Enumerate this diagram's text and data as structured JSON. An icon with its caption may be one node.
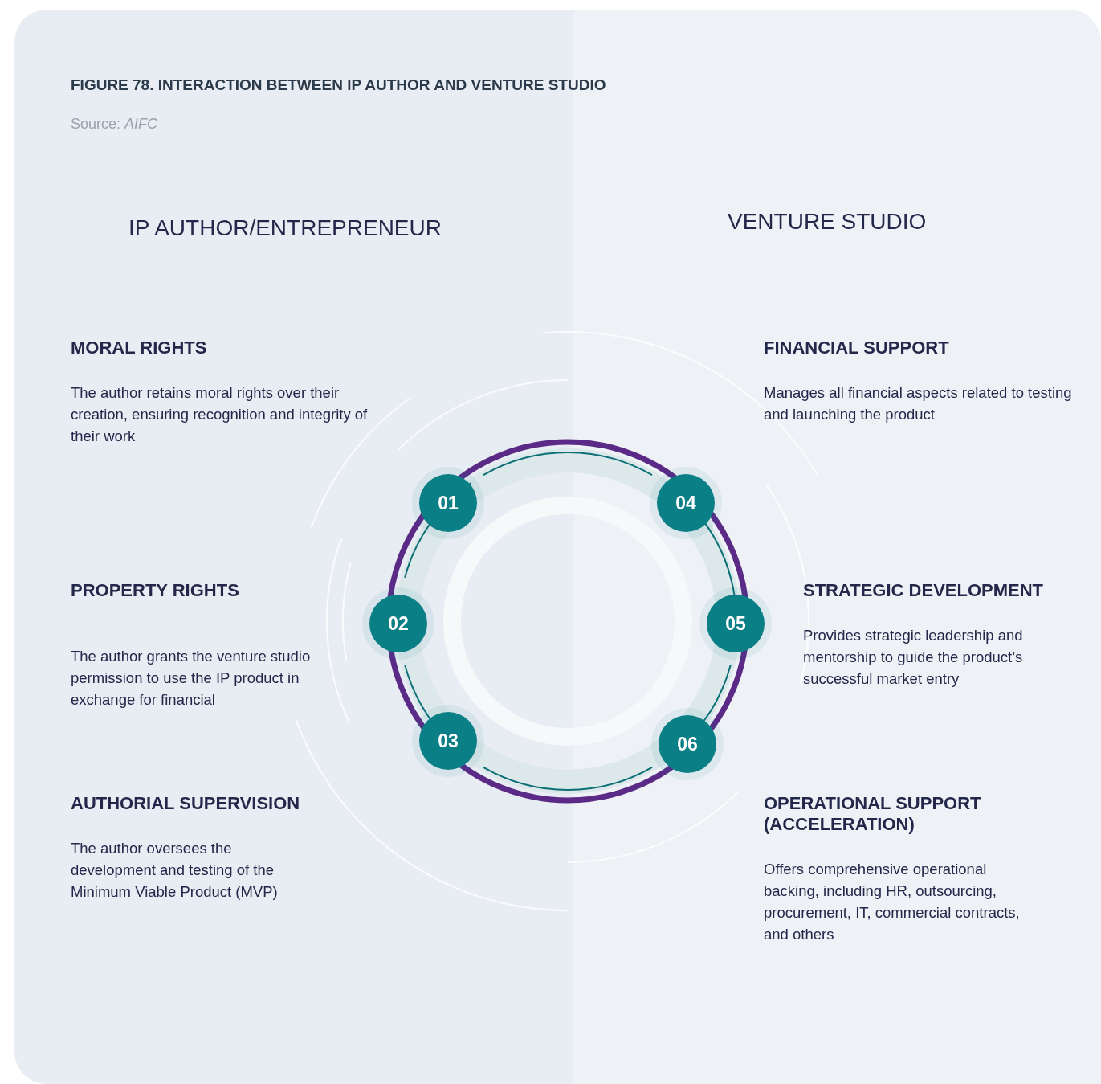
{
  "diagram": {
    "title": "FIGURE 78. INTERACTION BETWEEN IP AUTHOR AND VENTURE STUDIO",
    "caption": "Source: *AIFC*",
    "nodes": [
      {
        "text": [
          "IP AUTHOR/ENTREPRENEUR"
        ]
      },
      {
        "text": [
          "VENTURE STUDIO"
        ]
      },
      {
        "text": [
          "01"
        ],
        "in": 0
      },
      {
        "text": [
          "02"
        ],
        "in": 0
      },
      {
        "text": [
          "03"
        ],
        "in": 0
      },
      {
        "text": [
          "04"
        ],
        "in": 1
      },
      {
        "text": [
          "05"
        ],
        "in": 1
      },
      {
        "text": [
          "06"
        ],
        "in": 1
      }
    ],
    "labels": [
      "MORAL RIGHTS",
      "The author retains moral rights over their creation, ensuring recognition and integrity of their work",
      "PROPERTY RIGHTS",
      "The author grants the venture studio permission to use the IP product in exchange for financial",
      "AUTHORIAL SUPERVISION",
      "The author oversees the development and testing of the Minimum Viable Product (MVP)",
      "FINANCIAL SUPPORT",
      "Manages all financial aspects related to testing and launching the product",
      "STRATEGIC DEVELOPMENT",
      "Provides strategic leadership and mentorship to guide the product’s successful market entry",
      "OPERATIONAL SUPPORT (ACCELERATION)",
      "Offers comprehensive operational backing, including HR, outsourcing, procurement, IT, commercial contracts, and others"
    ]
  }
}
